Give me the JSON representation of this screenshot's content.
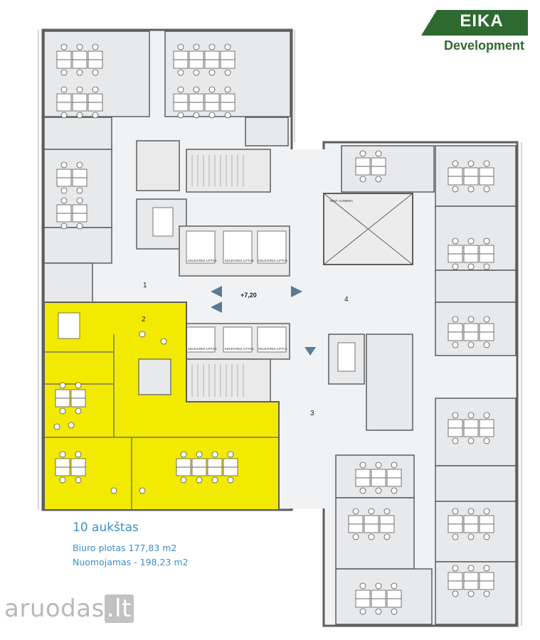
{
  "brand": {
    "name": "EIKA",
    "subtitle": "Development"
  },
  "floor": {
    "title": "10 aukštas",
    "office_area": "Biuro plotas 177,83 m2",
    "rentable_area": "Nuomojamas - 198,23 m2"
  },
  "zones": [
    {
      "label": "1"
    },
    {
      "label": "2"
    },
    {
      "label": "3"
    },
    {
      "label": "4"
    }
  ],
  "elevation_mark": "+7,20",
  "small_labels": {
    "elevator": "KELEIVINIS LIFTAS",
    "vent": "VENT. KAMERA"
  },
  "watermark": {
    "text": "aruodas",
    "suffix": ".lt"
  },
  "colors": {
    "highlight": "#f2ea00",
    "room": "#e8e9eb",
    "corridor": "#f1f2f4",
    "wall": "#5e5e5e",
    "brand_green": "#2e6a2f",
    "text_blue": "#3a8fcb",
    "arrow": "#5b7a93"
  }
}
